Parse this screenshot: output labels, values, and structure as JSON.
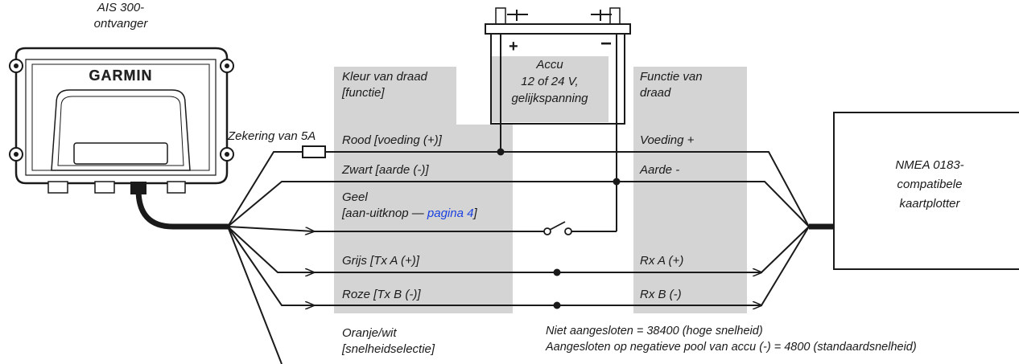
{
  "device": {
    "title_line1": "AIS 300-",
    "title_line2": "ontvanger",
    "brand": "GARMIN"
  },
  "battery": {
    "title": "Accu",
    "line2": "12 of 24 V,",
    "line3": "gelijkspanning",
    "plus": "+",
    "minus": "−"
  },
  "fuse": {
    "label": "Zekering van 5A"
  },
  "columns": {
    "left_header_line1": "Kleur van draad",
    "left_header_line2": "[functie]",
    "right_header_line1": "Functie van",
    "right_header_line2": "draad"
  },
  "wires": {
    "red": "Rood [voeding (+)]",
    "black": "Zwart [aarde (-)]",
    "yellow_line1": "Geel",
    "yellow_line2_prefix": "[aan-uitknop — ",
    "yellow_link": "pagina 4",
    "yellow_line2_suffix": "]",
    "gray": "Grijs [Tx A (+)]",
    "pink": "Roze [Tx B (-)]",
    "orange_line1": "Oranje/wit",
    "orange_line2": "[snelheidselectie]"
  },
  "functions": {
    "power": "Voeding +",
    "ground": "Aarde -",
    "rxa": "Rx A (+)",
    "rxb": "Rx B (-)"
  },
  "plotter": {
    "line1": "NMEA 0183-",
    "line2": "compatibele",
    "line3": "kaartplotter"
  },
  "notes": {
    "line1": "Niet aangesloten = 38400 (hoge snelheid)",
    "line2": "Aangesloten op negatieve pool van accu (-) = 4800 (standaardsnelheid)"
  }
}
